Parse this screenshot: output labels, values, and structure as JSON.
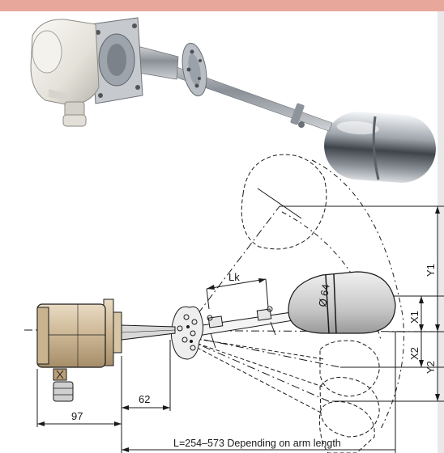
{
  "colors": {
    "accent": "#e8a79b",
    "line": "#1a1a1a"
  },
  "photo": {
    "subject": "float-switch-product-photo"
  },
  "drawing": {
    "labels": {
      "lk": "Lk",
      "float_diameter": "Ø 64",
      "x1": "X1",
      "x2": "X2",
      "y1": "Y1",
      "y2": "Y2",
      "dim_62": "62",
      "dim_97": "97",
      "arm_length": "L=254–573 Depending on arm length"
    }
  }
}
